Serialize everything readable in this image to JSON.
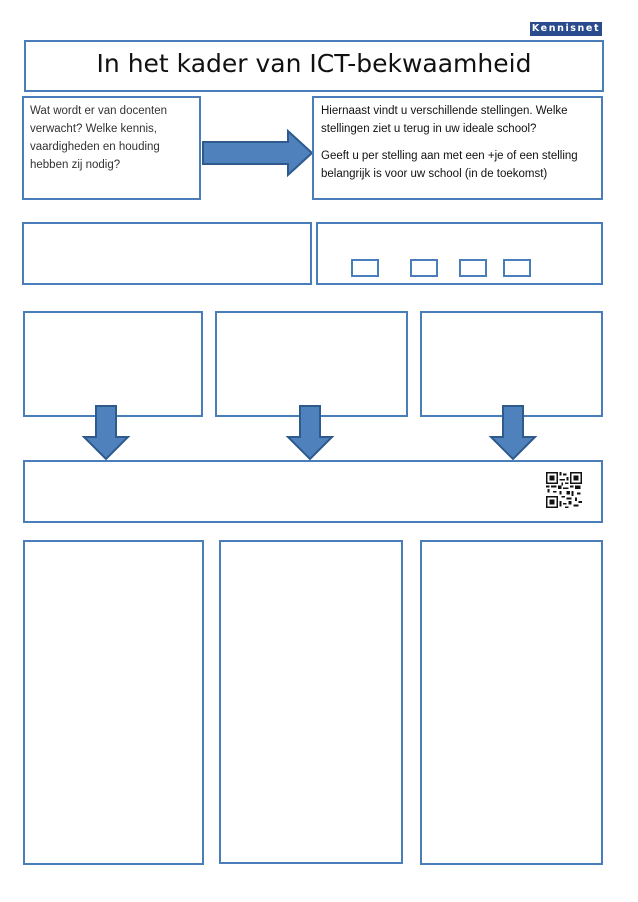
{
  "logo": {
    "text": "Kennisnet"
  },
  "header": {
    "title": "In het kader van ICT-bekwaamheid"
  },
  "left_box": {
    "text": "Wat wordt er van docenten verwacht? Welke kennis, vaardigheden en houding hebben zij nodig?"
  },
  "right_box": {
    "paragraph_1": "Hiernaast vindt u verschillende stellingen. Welke stellingen ziet u terug in uw ideale school?",
    "paragraph_2": "Geeft u per stelling aan met een +je of een stelling belangrijk is voor uw school (in de toekomst)"
  },
  "icons": {
    "right_arrow": "arrow-right-icon",
    "down_arrow": "arrow-down-icon",
    "qr": "qr-code-icon"
  },
  "colors": {
    "border": "#4a7ebb",
    "arrow_fill": "#4f81bd",
    "arrow_stroke": "#2e5a8c",
    "logo_bg": "#2a4b8d"
  }
}
